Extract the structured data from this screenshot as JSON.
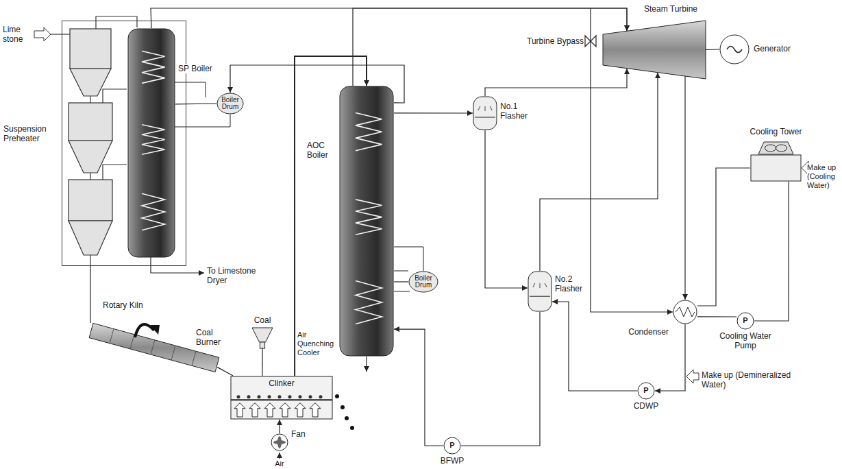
{
  "diagram": {
    "nodes": [
      {
        "text": [
          "Suspension Preheater"
        ]
      },
      {
        "text": [
          "SP Boiler"
        ],
        "in": 0
      },
      {
        "text": [
          "Boiler Drum"
        ]
      },
      {
        "text": [
          "Rotary Kiln"
        ]
      },
      {
        "text": [
          "Coal"
        ]
      },
      {
        "text": [
          "Clinker"
        ]
      },
      {
        "text": [
          "Fan"
        ]
      },
      {
        "text": [
          "AOC Boiler"
        ]
      },
      {
        "text": [
          "Boiler Drum"
        ]
      },
      {
        "text": [
          "No.1 Flasher"
        ]
      },
      {
        "text": [
          "No.2 Flasher"
        ]
      },
      {
        "text": [
          "Steam Turbine"
        ]
      },
      {
        "text": [
          "Generator"
        ]
      },
      {
        "text": [
          "Condenser"
        ]
      },
      {
        "text": [
          "Cooling Tower"
        ]
      },
      {
        "text": [
          "P",
          "Cooling Water Pump"
        ]
      },
      {
        "text": [
          "P",
          "CDWP"
        ]
      },
      {
        "text": [
          "P",
          "BFWP"
        ]
      }
    ],
    "edges": [
      {
        "from": 0,
        "to": 3,
        "arrow": "none"
      },
      {
        "from": 3,
        "to": 5,
        "arrow": "none"
      },
      {
        "from": 4,
        "to": 5,
        "arrow": "none"
      },
      {
        "from": 6,
        "to": 5,
        "arrow": "to"
      },
      {
        "from": 5,
        "to": 7,
        "arrow": "to"
      },
      {
        "from": 1,
        "to": 11,
        "arrow": "to"
      },
      {
        "from": 7,
        "to": 11,
        "arrow": "to"
      },
      {
        "from": 7,
        "to": 9,
        "arrow": "to"
      },
      {
        "from": 9,
        "to": 11,
        "arrow": "to"
      },
      {
        "from": 9,
        "to": 10,
        "arrow": "to"
      },
      {
        "from": 10,
        "to": 11,
        "arrow": "to"
      },
      {
        "from": 11,
        "to": 13,
        "arrow": "to"
      },
      {
        "from": 13,
        "to": 16,
        "arrow": "to"
      },
      {
        "from": 16,
        "to": 10,
        "arrow": "to"
      },
      {
        "from": 10,
        "to": 17,
        "arrow": "none"
      },
      {
        "from": 17,
        "to": 7,
        "arrow": "to"
      },
      {
        "from": 7,
        "to": 2,
        "arrow": "to"
      },
      {
        "from": 1,
        "to": 2,
        "arrow": "none"
      },
      {
        "from": 7,
        "to": 8,
        "arrow": "none"
      },
      {
        "from": 13,
        "to": 14,
        "arrow": "none"
      },
      {
        "from": 14,
        "to": 15,
        "arrow": "none"
      },
      {
        "from": 15,
        "to": 13,
        "arrow": "none"
      },
      {
        "from": 11,
        "to": 12,
        "arrow": "none"
      }
    ],
    "labels": [
      "Lime stone",
      "To Limestone Dryer",
      "Coal Burner",
      "Air Quenching Cooler",
      "Turbine Bypass",
      "Make up (Cooling Water)",
      "Make up (Demineralized Water)",
      "Air"
    ]
  }
}
